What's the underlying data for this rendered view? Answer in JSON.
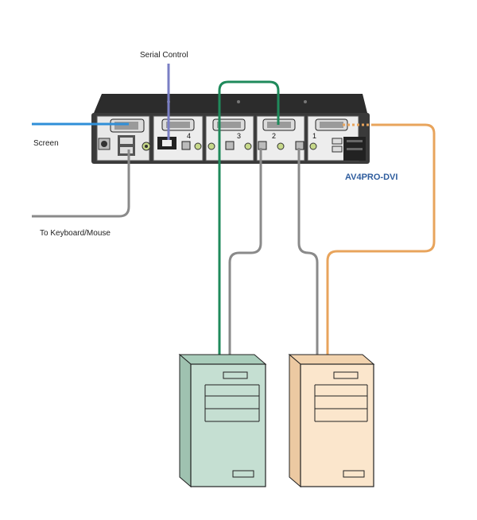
{
  "labels": {
    "serial_control": "Serial Control",
    "screen": "Screen",
    "keyboard_mouse": "To Keyboard/Mouse",
    "model": "AV4PRO-DVI"
  },
  "ports": [
    "4",
    "3",
    "2",
    "1"
  ],
  "icons": {
    "usb_symbol": "⭠",
    "monitor_symbol": "▭"
  },
  "colors": {
    "serial_cable": "#7a7fc4",
    "screen_cable": "#2f8fd8",
    "computer_a_video": "#1f8a5b",
    "computer_b_video": "#e8a45c",
    "usb_cable": "#8a8a8a",
    "computer_a_body": "#c5dfd2",
    "computer_b_body": "#fbe6cc",
    "device_body": "#3a3a3a",
    "model_text": "#2f5d9e"
  }
}
